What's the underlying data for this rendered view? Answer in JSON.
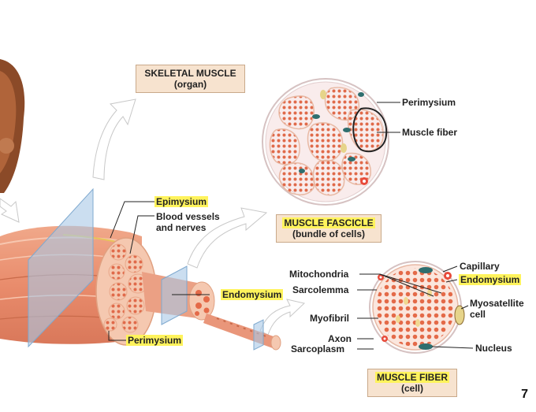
{
  "labels": {
    "skeletal_muscle": "SKELETAL MUSCLE",
    "skeletal_muscle_sub": "(organ)",
    "muscle_fascicle": "MUSCLE FASCICLE",
    "muscle_fascicle_sub": "(bundle of cells)",
    "muscle_fiber": "MUSCLE FIBER",
    "muscle_fiber_sub": "(cell)",
    "perimysium_top": "Perimysium",
    "muscle_fiber_callout": "Muscle fiber",
    "epimysium": "Epimysium",
    "blood_vessels_1": "Blood vessels",
    "blood_vessels_2": "and nerves",
    "endomysium_left": "Endomysium",
    "perimysium_bottom": "Perimysium",
    "mitochondria": "Mitochondria",
    "sarcolemma": "Sarcolemma",
    "myofibril": "Myofibril",
    "axon": "Axon",
    "sarcoplasm": "Sarcoplasm",
    "capillary": "Capillary",
    "endomysium_right": "Endomysium",
    "myosatellite_1": "Myosatellite",
    "myosatellite_2": "cell",
    "nucleus": "Nucleus"
  },
  "page_number": "7",
  "colors": {
    "muscle": "#e9967a",
    "muscle_dark": "#c96a4a",
    "highlight": "#fff35c",
    "plane": "#a9c8e6",
    "box_fill": "#f7e3cf"
  }
}
